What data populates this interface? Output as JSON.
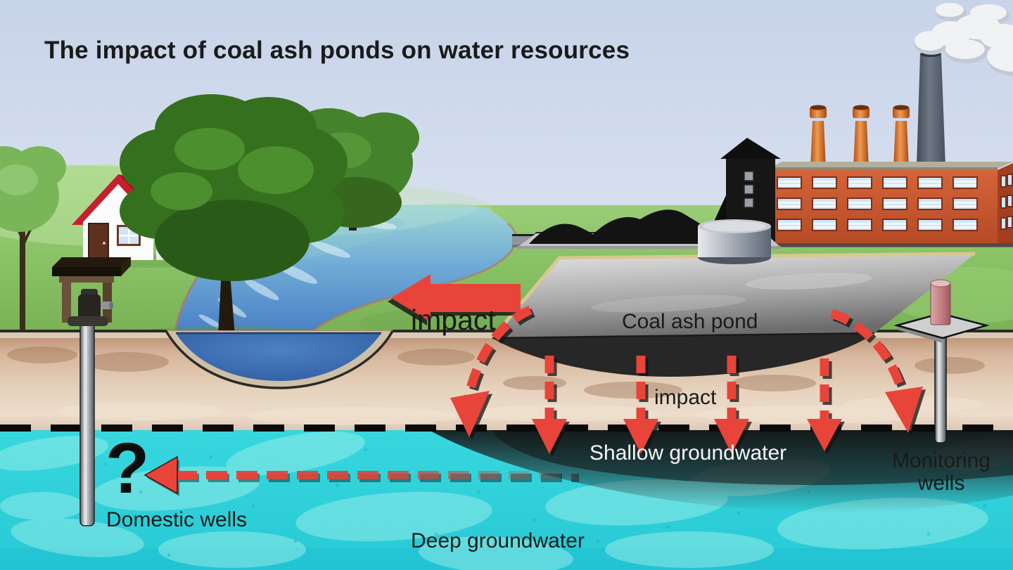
{
  "title": "The impact of coal ash ponds on water resources",
  "labels": {
    "impact_river": "impact",
    "coal_ash_pond": "Coal ash pond",
    "impact_seepage": "impact",
    "shallow_groundwater": "Shallow groundwater",
    "monitoring_wells": "Monitoring wells",
    "domestic_wells": "Domestic wells",
    "deep_groundwater": "Deep groundwater",
    "unknown_question": "?"
  },
  "colors": {
    "sky": "#cdd8eb",
    "grass": "#8cc468",
    "soil": "#d7b79c",
    "groundwater": "#38d7de",
    "river": "#4b82c6",
    "pond_surface": "#a9a9a9",
    "coal_ash": "#272727",
    "impact_red": "#e8443a",
    "label_dark": "#1a1a1a",
    "label_light": "#f6f6f6"
  }
}
